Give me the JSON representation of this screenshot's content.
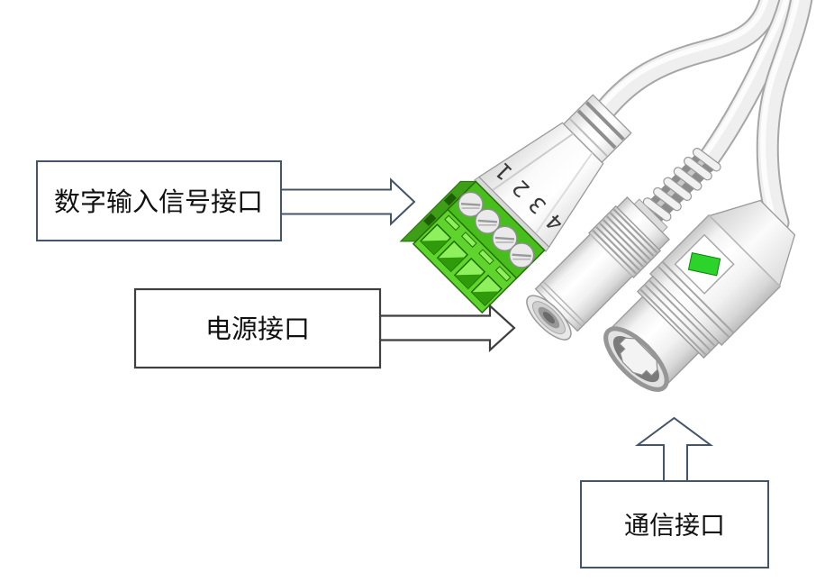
{
  "diagram": {
    "callouts": {
      "digital_input": {
        "label": "数字输入信号接口"
      },
      "power": {
        "label": "电源接口"
      },
      "comm": {
        "label": "通信接口"
      }
    },
    "terminal_block": {
      "pin_numbers": [
        "1",
        "2",
        "3",
        "4"
      ]
    },
    "colors": {
      "background": "#FFFFFF",
      "callout_border_blue": "#44546A",
      "callout_border_dark": "#3F3F3F",
      "terminal_green": "#5FD42C",
      "terminal_green_dark": "#48BE1C",
      "terminal_green_bright": "#8DF05C",
      "terminal_green_side": "#3F9E17",
      "indicator_green": "#2BD32B",
      "connector_body": "#EFEFEF"
    }
  }
}
